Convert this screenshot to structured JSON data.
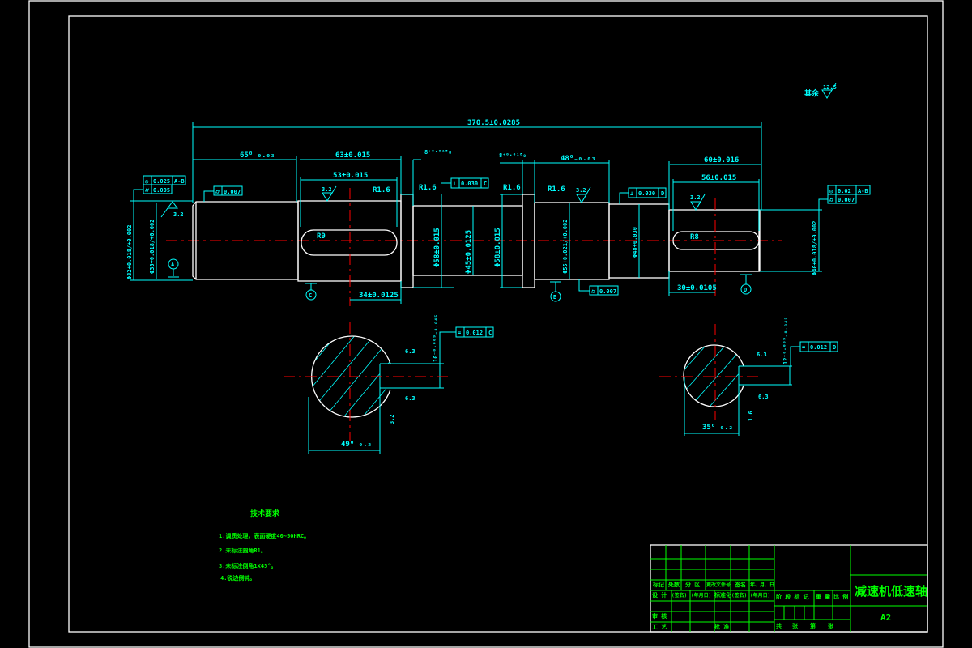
{
  "drawing": {
    "surface_note": {
      "label": "其余",
      "roughness": "12.5"
    },
    "dims": {
      "overall": "370.5±0.0285",
      "d1_len": "65⁰₋₀.₀₃",
      "d2_len": "63±0.015",
      "key1_len": "53±0.015",
      "shoulder_w": "8⁺⁰·⁰¹⁸₀",
      "collar_w": "8⁺⁰·⁰¹⁸₀",
      "d6_len": "48⁰₋₀.₀₃",
      "d8_len": "60±0.016",
      "key2_len": "56±0.015",
      "key1_pos": "34±0.0125",
      "key2_pos": "30±0.0105",
      "dia1": "Φ32+0.018/+0.002",
      "dia2": "Φ35+0.018/+0.002",
      "dia3": "Φ58±0.015",
      "dia4": "Φ45±0.0125",
      "dia5": "Φ58±0.015",
      "dia6": "Φ55+0.021/+0.002",
      "dia7": "Φ48+0.030",
      "dia8": "Φ40+0.018/+0.002",
      "r1": "R1.6",
      "r2": "R1.6",
      "r3": "R1.6",
      "r4": "R1.6",
      "slot_r1": "R9",
      "slot_r2": "R8",
      "ra_a": "3.2",
      "ra_b": "3.2",
      "ra_c": "3.2",
      "ra_d": "3.2"
    },
    "tolerance_frames": [
      {
        "symbol": "◎",
        "value": "0.025",
        "datum": "A-B"
      },
      {
        "symbol": "⌭",
        "value": "0.005",
        "datum": ""
      },
      {
        "symbol": "⌭",
        "value": "0.007",
        "datum": ""
      },
      {
        "symbol": "⊥",
        "value": "0.030",
        "datum": "C"
      },
      {
        "symbol": "⊥",
        "value": "0.030",
        "datum": "D"
      },
      {
        "symbol": "⌭",
        "value": "0.007",
        "datum": ""
      },
      {
        "symbol": "◎",
        "value": "0.02",
        "datum": "A-B"
      },
      {
        "symbol": "⌭",
        "value": "0.007",
        "datum": ""
      },
      {
        "symbol": "=",
        "value": "0.012",
        "datum": "C"
      },
      {
        "symbol": "=",
        "value": "0.012",
        "datum": "D"
      }
    ],
    "datums": [
      "A",
      "C",
      "B",
      "D"
    ],
    "sections": {
      "left": {
        "depth": "49⁰₋₀.₂",
        "width": "10⁻⁰·⁰⁰⁹₋₀.₀₄₅",
        "ra_top": "6.3",
        "ra_bot": "6.3",
        "ra_side": "3.2"
      },
      "right": {
        "depth": "35⁰₋₀.₂",
        "width": "12⁻⁰·⁰⁰⁹₋₀.₀₄₅",
        "ra_top": "6.3",
        "ra_bot": "6.3",
        "ra_side": "1.6"
      }
    }
  },
  "tech_requirements": {
    "title": "技术要求",
    "items": [
      "1.调质处理，表面硬度40~50HRC。",
      "2.未标注圆角R1。",
      "3.未标注倒角1X45°。",
      "4.锐边倒钝。"
    ]
  },
  "title_block": {
    "part_name": "减速机低速轴",
    "sheet_size": "A2",
    "row_headers": [
      "标记",
      "处数",
      "分 区",
      "更改文件号",
      "签名",
      "年、月、日"
    ],
    "row_design": [
      "设 计",
      "(签名)",
      "(年月日)",
      "标准化",
      "(签名)",
      "(年月日)"
    ],
    "row_review": "审 核",
    "row_process": [
      "工 艺",
      "批 准"
    ],
    "stage_headers": [
      "阶 段 标 记",
      "重 量",
      "比 例"
    ],
    "sheet_row": [
      "共",
      "张",
      "第",
      "张"
    ]
  },
  "colors": {
    "outline": "#ffffff",
    "dimension": "#00ffff",
    "centerline": "#ff0000",
    "titleblock": "#00ff00"
  }
}
